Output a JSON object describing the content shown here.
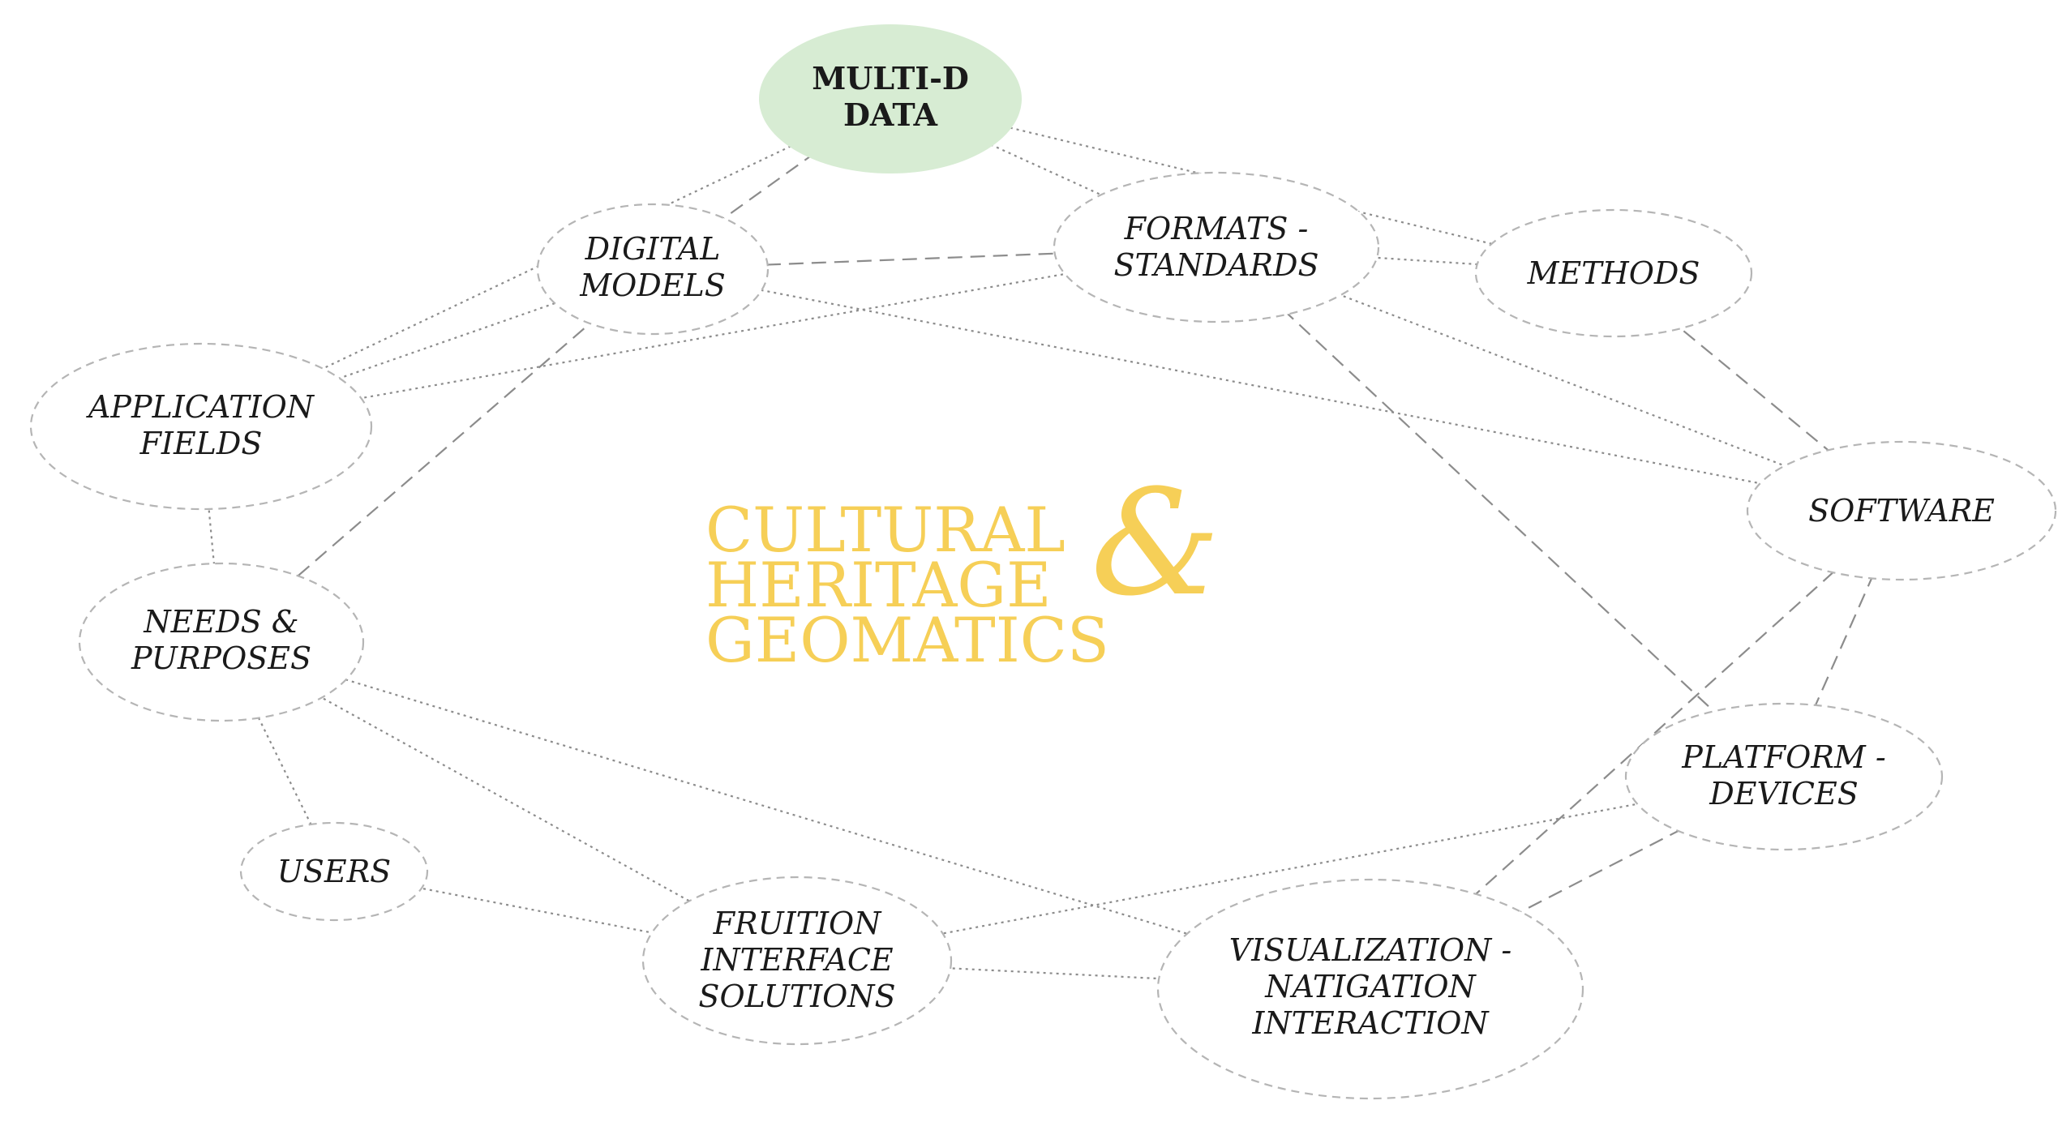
{
  "nodes": {
    "multi_d_data": {
      "lines": [
        "MULTI-D",
        "DATA"
      ],
      "fill": "#d7ecd3"
    },
    "digital_models": {
      "lines": [
        "DIGITAL",
        "MODELS"
      ]
    },
    "formats_standards": {
      "lines": [
        "FORMATS -",
        "STANDARDS"
      ]
    },
    "methods": {
      "lines": [
        "METHODS"
      ]
    },
    "application_fields": {
      "lines": [
        "APPLICATION",
        "FIELDS"
      ]
    },
    "software": {
      "lines": [
        "SOFTWARE"
      ]
    },
    "needs_purposes": {
      "lines": [
        "NEEDS &",
        "PURPOSES"
      ]
    },
    "platform_devices": {
      "lines": [
        "PLATFORM -",
        "DEVICES"
      ]
    },
    "users": {
      "lines": [
        "USERS"
      ]
    },
    "fruition_interface_solutions": {
      "lines": [
        "FRUITION",
        "INTERFACE",
        "SOLUTIONS"
      ]
    },
    "visualization": {
      "lines": [
        "VISUALIZATION -",
        "NATIGATION",
        "INTERACTION"
      ]
    }
  },
  "center": {
    "lines": [
      "CULTURAL",
      "HERITAGE",
      "GEOMATICS"
    ],
    "ampersand": "&",
    "color": "#f6cf57"
  },
  "edges": [
    {
      "from": "multi_d_data",
      "to": "application_fields",
      "style": "dotted"
    },
    {
      "from": "multi_d_data",
      "to": "digital_models",
      "style": "dashed"
    },
    {
      "from": "multi_d_data",
      "to": "formats_standards",
      "style": "dotted"
    },
    {
      "from": "multi_d_data",
      "to": "methods",
      "style": "dotted"
    },
    {
      "from": "digital_models",
      "to": "formats_standards",
      "style": "dashed"
    },
    {
      "from": "digital_models",
      "to": "application_fields",
      "style": "dotted"
    },
    {
      "from": "digital_models",
      "to": "software",
      "style": "dotted"
    },
    {
      "from": "digital_models",
      "to": "needs_purposes",
      "style": "dashed"
    },
    {
      "from": "formats_standards",
      "to": "methods",
      "style": "dotted"
    },
    {
      "from": "formats_standards",
      "to": "application_fields",
      "style": "dotted"
    },
    {
      "from": "formats_standards",
      "to": "software",
      "style": "dotted"
    },
    {
      "from": "formats_standards",
      "to": "platform_devices",
      "style": "dashed"
    },
    {
      "from": "methods",
      "to": "software",
      "style": "dashed"
    },
    {
      "from": "software",
      "to": "platform_devices",
      "style": "dashed"
    },
    {
      "from": "software",
      "to": "visualization",
      "style": "dashed"
    },
    {
      "from": "application_fields",
      "to": "needs_purposes",
      "style": "dotted"
    },
    {
      "from": "needs_purposes",
      "to": "users",
      "style": "dotted"
    },
    {
      "from": "needs_purposes",
      "to": "fruition_interface_solutions",
      "style": "dotted"
    },
    {
      "from": "needs_purposes",
      "to": "visualization",
      "style": "dotted"
    },
    {
      "from": "users",
      "to": "fruition_interface_solutions",
      "style": "dotted"
    },
    {
      "from": "fruition_interface_solutions",
      "to": "platform_devices",
      "style": "dotted"
    },
    {
      "from": "fruition_interface_solutions",
      "to": "visualization",
      "style": "dotted"
    },
    {
      "from": "platform_devices",
      "to": "visualization",
      "style": "dashed"
    }
  ]
}
